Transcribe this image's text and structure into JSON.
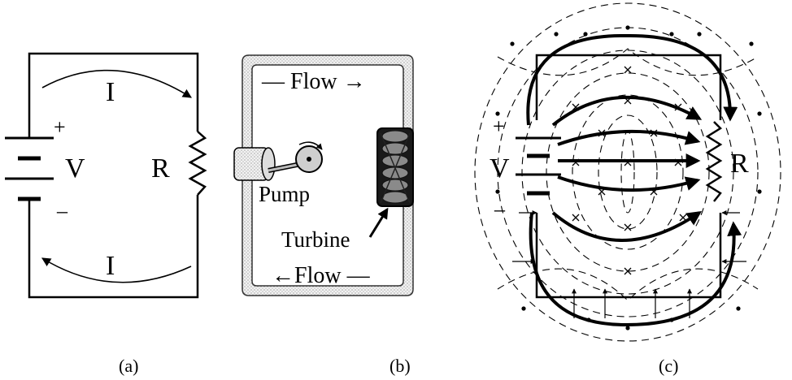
{
  "panel_a": {
    "caption": "(a)",
    "current_top": "I",
    "current_bottom": "I",
    "plus_sign": "+",
    "minus_sign": "–",
    "voltage_label": "V",
    "resistor_label": "R"
  },
  "panel_b": {
    "caption": "(b)",
    "flow_top": "— Flow →",
    "flow_bottom": "←Flow —",
    "pump_label": "Pump",
    "turbine_label": "Turbine"
  },
  "panel_c": {
    "caption": "(c)",
    "plus_sign": "+",
    "minus_sign": "–",
    "voltage_label": "V",
    "resistor_label": "R"
  }
}
